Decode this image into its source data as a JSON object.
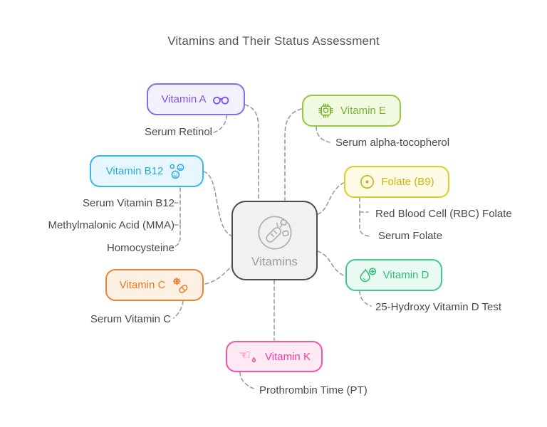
{
  "title": "Vitamins and Their Status Assessment",
  "center": {
    "label": "Vitamins",
    "icon": "vegetables-icon"
  },
  "nodes": [
    {
      "id": "vitamin-a",
      "label": "Vitamin A",
      "icon": "glasses-icon",
      "color": "#8a68f2",
      "fill": "#f4f1fe",
      "tests": [
        "Serum Retinol"
      ]
    },
    {
      "id": "vitamin-e",
      "label": "Vitamin E",
      "icon": "chip-icon",
      "color": "#93c840",
      "fill": "#f2fae2",
      "tests": [
        "Serum alpha-tocopherol"
      ]
    },
    {
      "id": "vitamin-b12",
      "label": "Vitamin B12",
      "icon": "microbes-icon",
      "color": "#36b6ea",
      "fill": "#e6f7fd",
      "tests": [
        "Serum Vitamin B12",
        "Methylmalonic Acid (MMA)",
        "Homocysteine"
      ]
    },
    {
      "id": "folate-b9",
      "label": "Folate (B9)",
      "icon": "circle-dot-icon",
      "color": "#e3cb24",
      "fill": "#fefce6",
      "tests": [
        "Red Blood Cell (RBC) Folate",
        "Serum Folate"
      ]
    },
    {
      "id": "vitamin-d",
      "label": "Vitamin D",
      "icon": "droplet-plus-icon",
      "color": "#40ca8d",
      "fill": "#e9fbf2",
      "tests": [
        "25-Hydroxy Vitamin D Test"
      ]
    },
    {
      "id": "vitamin-c",
      "label": "Vitamin C",
      "icon": "gear-pill-icon",
      "color": "#ef8335",
      "fill": "#fdf1e3",
      "tests": [
        "Serum Vitamin C"
      ]
    },
    {
      "id": "vitamin-k",
      "label": "Vitamin K",
      "icon": "hand-drop-icon",
      "color": "#f156a7",
      "fill": "#fdeaf5",
      "tests": [
        "Prothrombin Time (PT)"
      ]
    }
  ],
  "connector_color": "#9b9b9b"
}
